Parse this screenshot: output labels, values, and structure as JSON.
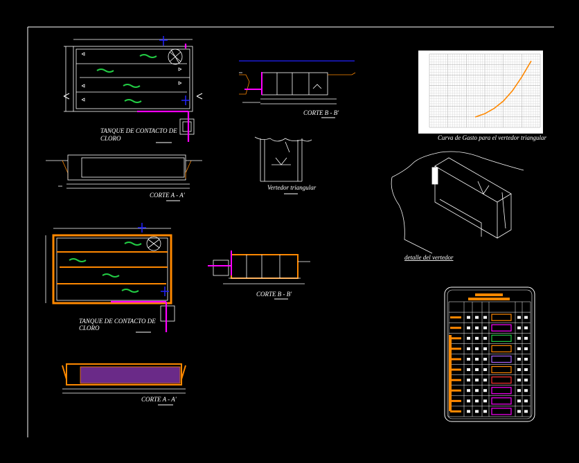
{
  "labels": {
    "plan_top_title": "TANQUE DE CONTACTO DE",
    "plan_top_title_2": "CLORO",
    "section_bb_top": "CORTE B - B'",
    "curve_title": "Curva de Gasto para el vertedor triangular",
    "section_aa_top": "CORTE A - A'",
    "weir_title": "Vertedor triangular",
    "weir_detail_title": "detalle del vertedor",
    "plan_bottom_title": "TANQUE DE CONTACTO DE",
    "plan_bottom_title_2": "CLORO",
    "section_bb_bottom": "CORTE B - B'",
    "section_aa_bottom": "CORTE A - A'"
  },
  "colors": {
    "background": "#000000",
    "line": "#ffffff",
    "pipe_magenta": "#ff00ff",
    "axis_blue": "#2222ff",
    "fish_green": "#22cc44",
    "rebar_orange": "#ff8800",
    "grid_chart_bg": "#ffffff",
    "curve_orange": "#ff8800",
    "table_orange": "#ff8800"
  },
  "chart_data": {
    "type": "line",
    "title": "",
    "xlabel": "",
    "ylabel": "",
    "series": [
      {
        "x": [
          0.1,
          0.12,
          0.14,
          0.16,
          0.18,
          0.2,
          0.22
        ],
        "y": [
          1.0,
          1.3,
          1.8,
          2.5,
          3.5,
          4.8,
          6.3
        ]
      }
    ],
    "xlim": [
      0,
      0.24
    ],
    "ylim": [
      0,
      7
    ],
    "grid": true
  }
}
